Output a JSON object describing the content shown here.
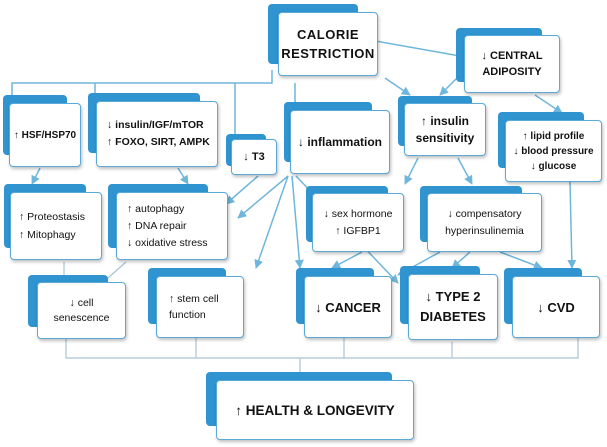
{
  "diagram": {
    "nodes": {
      "calorie_restriction": [
        "CALORIE",
        "RESTRICTION"
      ],
      "central_adiposity": [
        "↓ CENTRAL",
        "ADIPOSITY"
      ],
      "hsf": [
        "↑ HSF/HSP70"
      ],
      "insulin_igf": [
        "↓ insulin/IGF/mTOR",
        "↑ FOXO, SIRT, AMPK"
      ],
      "t3": [
        "↓ T3"
      ],
      "inflammation": [
        "↓ inflammation"
      ],
      "insulin_sensitivity": [
        "↑ insulin",
        "sensitivity"
      ],
      "lipid_profile": [
        "↑ lipid profile",
        "↓ blood pressure",
        "↓ glucose"
      ],
      "proteostasis": [
        "↑ Proteostasis",
        "↑ Mitophagy"
      ],
      "autophagy": [
        "↑ autophagy",
        "↑ DNA repair",
        "↓ oxidative stress"
      ],
      "sex_hormone": [
        "↓ sex hormone",
        "↑ IGFBP1"
      ],
      "hyperinsulinemia": [
        "↓ compensatory",
        "hyperinsulinemia"
      ],
      "senescence": [
        "↓ cell",
        "senescence"
      ],
      "stem_cell": [
        "↑ stem cell",
        "function"
      ],
      "cancer": [
        "↓ CANCER"
      ],
      "diabetes": [
        "↓ TYPE 2",
        "DIABETES"
      ],
      "cvd": [
        "↓ CVD"
      ],
      "health": [
        "↑ HEALTH & LONGEVITY"
      ]
    }
  },
  "colors": {
    "accent": "#2f94cf",
    "line": "#6fb6dc",
    "card_border": "#5aa9d8",
    "line_gray": "#a9c4d3"
  }
}
